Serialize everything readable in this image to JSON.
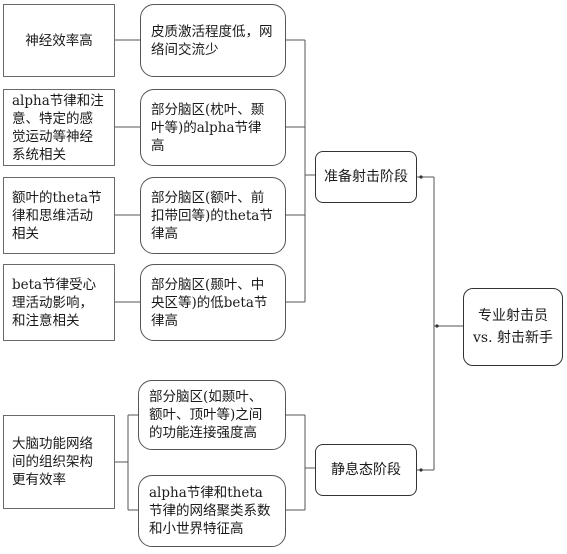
{
  "left_boxes": [
    "神经效率高",
    "alpha节律和注意、特定的感觉运动等神经系统相关",
    "额叶的theta节律和思维活动相关",
    "beta节律受心理活动影响，和注意相关",
    "大脑功能网络间的组织架构更有效率"
  ],
  "mid_boxes": [
    "皮质激活程度低，网络间交流少",
    "部分脑区(枕叶、颞叶等)的alpha节律高",
    "部分脑区(额叶、前扣带回等)的theta节律高",
    "部分脑区(颞叶、中央区等)的低beta节律高",
    "部分脑区(如颞叶、额叶、顶叶等)之间的功能连接强度高",
    "alpha节律和theta节律的网络聚类系数和小世界特征高"
  ],
  "phases": {
    "prep": "准备射击阶段",
    "rest": "静息态阶段"
  },
  "root": {
    "line1": "专业射击员",
    "line2": "vs. 射击新手"
  }
}
